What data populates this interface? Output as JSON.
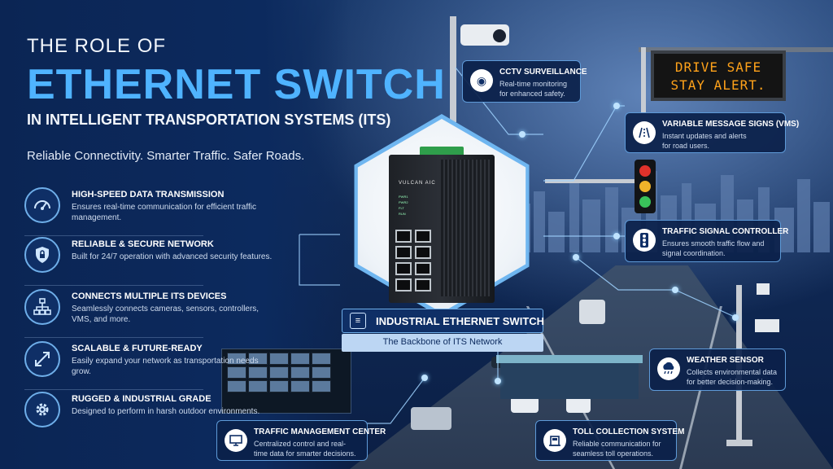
{
  "header": {
    "title_line1": "THE ROLE OF",
    "title_line2": "ETHERNET SWITCH",
    "title_line3": "IN INTELLIGENT TRANSPORTATION SYSTEMS (ITS)",
    "subtitle": "Reliable Connectivity. Smarter Traffic. Safer Roads."
  },
  "features": [
    {
      "icon": "speedometer-icon",
      "title": "HIGH-SPEED DATA TRANSMISSION",
      "desc": "Ensures real-time communication for efficient traffic management."
    },
    {
      "icon": "shield-lock-icon",
      "title": "RELIABLE & SECURE NETWORK",
      "desc": "Built for 24/7 operation with advanced security features."
    },
    {
      "icon": "network-hierarchy-icon",
      "title": "CONNECTS MULTIPLE ITS DEVICES",
      "desc": "Seamlessly connects cameras, sensors, controllers, VMS, and more."
    },
    {
      "icon": "expand-arrows-icon",
      "title": "SCALABLE & FUTURE-READY",
      "desc": "Easily expand your network as transportation needs grow."
    },
    {
      "icon": "gear-icon",
      "title": "RUGGED & INDUSTRIAL GRADE",
      "desc": "Designed to perform in harsh outdoor environments."
    }
  ],
  "switch": {
    "brand": "VULCAN AIC",
    "leds": [
      "PWR1",
      "PWR2",
      "FLT",
      "RUN"
    ],
    "label": "INDUSTRIAL ETHERNET SWITCH",
    "sublabel": "The Backbone of ITS Network"
  },
  "callouts": {
    "cctv": {
      "title": "CCTV SURVEILLANCE",
      "desc": "Real-time monitoring for enhanced safety.",
      "icon": "camera-icon"
    },
    "vms": {
      "title": "VARIABLE MESSAGE SIGNS (VMS)",
      "desc": "Instant updates and alerts for road users.",
      "icon": "road-icon"
    },
    "signal": {
      "title": "TRAFFIC SIGNAL CONTROLLER",
      "desc": "Ensures smooth traffic flow and signal coordination.",
      "icon": "traffic-light-icon"
    },
    "weather": {
      "title": "WEATHER SENSOR",
      "desc": "Collects environmental data for better decision-making.",
      "icon": "cloud-rain-icon"
    },
    "toll": {
      "title": "TOLL COLLECTION SYSTEM",
      "desc": "Reliable communication for seamless toll operations.",
      "icon": "toll-booth-icon"
    },
    "tmc": {
      "title": "TRAFFIC MANAGEMENT CENTER",
      "desc": "Centralized control and real-time data for smarter decisions.",
      "icon": "monitor-icon"
    }
  },
  "vms_sign": {
    "line1": "DRIVE SAFE",
    "line2": "STAY ALERT."
  },
  "colors": {
    "accent": "#4fb3ff",
    "panel": "#0c2a5e",
    "sign_text": "#ffa21a"
  }
}
